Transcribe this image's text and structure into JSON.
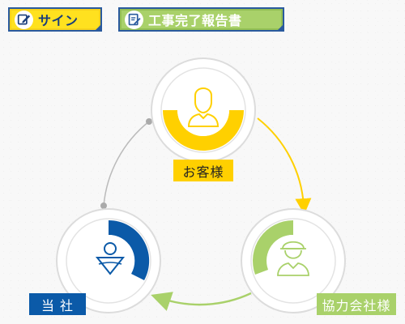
{
  "header": {
    "sign_label": "サイン",
    "sign_icon": "edit-pencil-icon",
    "report_label": "工事完了報告書",
    "report_icon": "document-edit-icon"
  },
  "diagram": {
    "nodes": [
      {
        "id": "customer",
        "label": "お客様",
        "icon": "person-icon",
        "color": "#ffd000"
      },
      {
        "id": "own",
        "label": "当 社",
        "icon": "company-logo-icon",
        "color": "#0b5aa8"
      },
      {
        "id": "partner",
        "label": "協力会社様",
        "icon": "hardhat-worker-icon",
        "color": "#a9d16a"
      }
    ],
    "arrows": [
      {
        "from": "customer",
        "to": "partner",
        "color": "#ffd000",
        "style": "arrow"
      },
      {
        "from": "partner",
        "to": "own",
        "color": "#a9d16a",
        "style": "arrow"
      },
      {
        "from": "own",
        "to": "customer",
        "color": "#bbbbbb",
        "style": "dot-line"
      }
    ]
  },
  "colors": {
    "yellow": "#ffd000",
    "blue": "#0b5aa8",
    "green": "#a9d16a",
    "gray": "#bbbbbb"
  }
}
